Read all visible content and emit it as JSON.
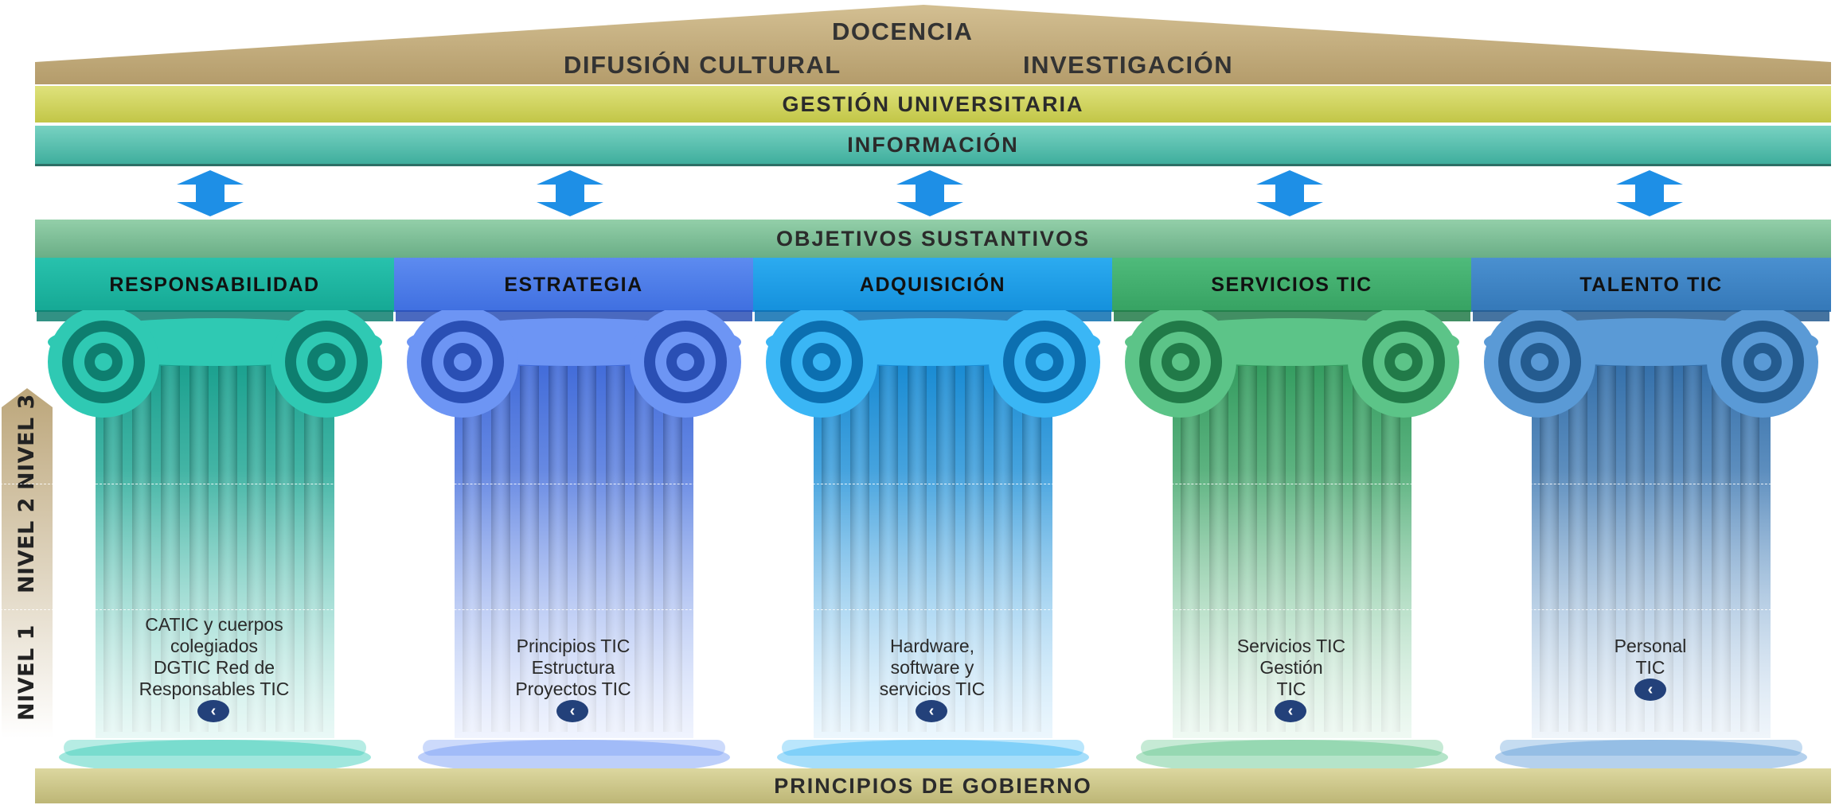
{
  "roof": {
    "top": "DOCENCIA",
    "left": "DIFUSIÓN CULTURAL",
    "right": "INVESTIGACIÓN"
  },
  "bands": {
    "gestion": "GESTIÓN UNIVERSITARIA",
    "informacion": "INFORMACIÓN",
    "objetivos": "OBJETIVOS SUSTANTIVOS",
    "principios": "PRINCIPIOS DE GOBIERNO"
  },
  "levels": [
    "NIVEL 3",
    "NIVEL 2",
    "NIVEL 1"
  ],
  "pillars": [
    {
      "title": "RESPONSABILIDAD",
      "color": "#1db39f",
      "lines": [
        "CATIC y cuerpos",
        "colegiados",
        "DGTIC Red de",
        "Responsables TIC"
      ]
    },
    {
      "title": "ESTRATEGIA",
      "color": "#4c7be8",
      "lines": [
        "Principios TIC",
        "Estructura",
        "Proyectos TIC"
      ]
    },
    {
      "title": "ADQUISICIÓN",
      "color": "#1e9ee8",
      "lines": [
        "Hardware,",
        "software y",
        "servicios TIC"
      ]
    },
    {
      "title": "SERVICIOS TIC",
      "color": "#3fae6c",
      "lines": [
        "Servicios TIC",
        "Gestión",
        "TIC"
      ]
    },
    {
      "title": "TALENTO TIC",
      "color": "#3c83c4",
      "lines": [
        "Personal",
        "TIC"
      ]
    }
  ],
  "colors": {
    "roof": "#bfa878",
    "gestion": "#cfd35a",
    "informacion": "#4fbfad",
    "objetivos": "#7cbf96",
    "base": "#cfc98e",
    "arrow": "#1e8fe6",
    "chevron": "#23417a"
  },
  "icons": {
    "arrow": "double-vertical-arrow",
    "more": "chevron-left-circle"
  }
}
